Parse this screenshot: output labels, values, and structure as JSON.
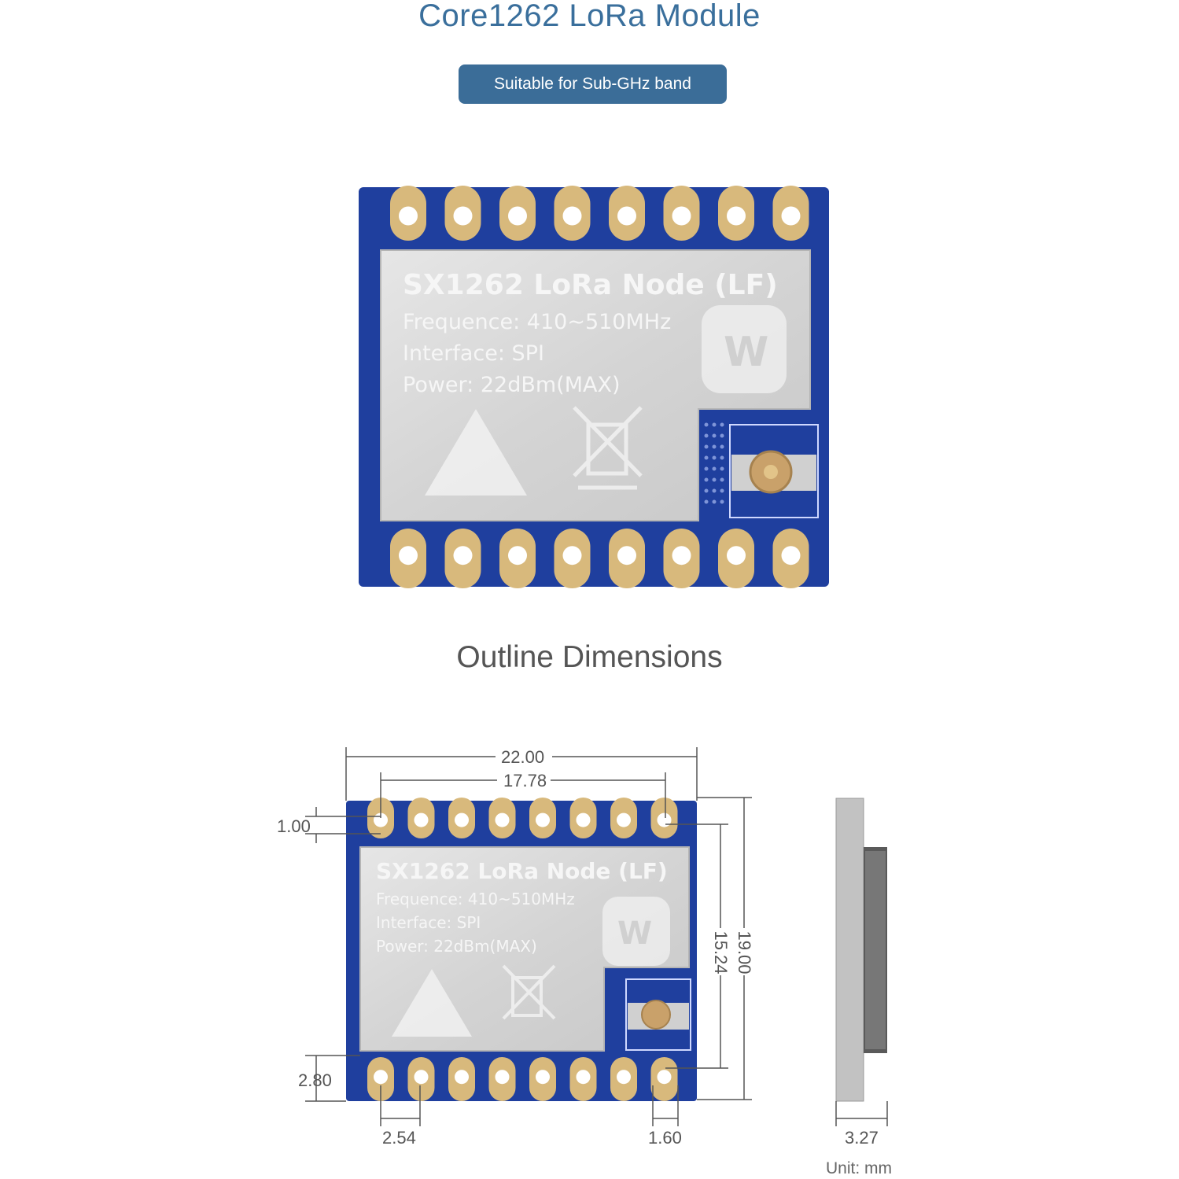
{
  "title": "Core1262 LoRa Module",
  "badge": "Suitable for Sub-GHz band",
  "shield": {
    "line1": "SX1262 LoRa Node (LF)",
    "line2": "Frequence: 410~510MHz",
    "line3": "Interface: SPI",
    "line4": "Power: 22dBm(MAX)",
    "logo": "W"
  },
  "section_title": "Outline Dimensions",
  "dimensions": {
    "overall_width": "22.00",
    "pin_span": "17.78",
    "pad_offset": "1.00",
    "overall_height": "19.00",
    "row_spacing": "15.24",
    "pad_length": "2.80",
    "pin_pitch": "2.54",
    "pad_width": "1.60",
    "thickness": "3.27"
  },
  "unit": "Unit: mm",
  "colors": {
    "accent": "#3a6f9c",
    "pcb": "#1f3f9e",
    "pad": "#d8b97c",
    "shield": "#d9d9d9"
  }
}
